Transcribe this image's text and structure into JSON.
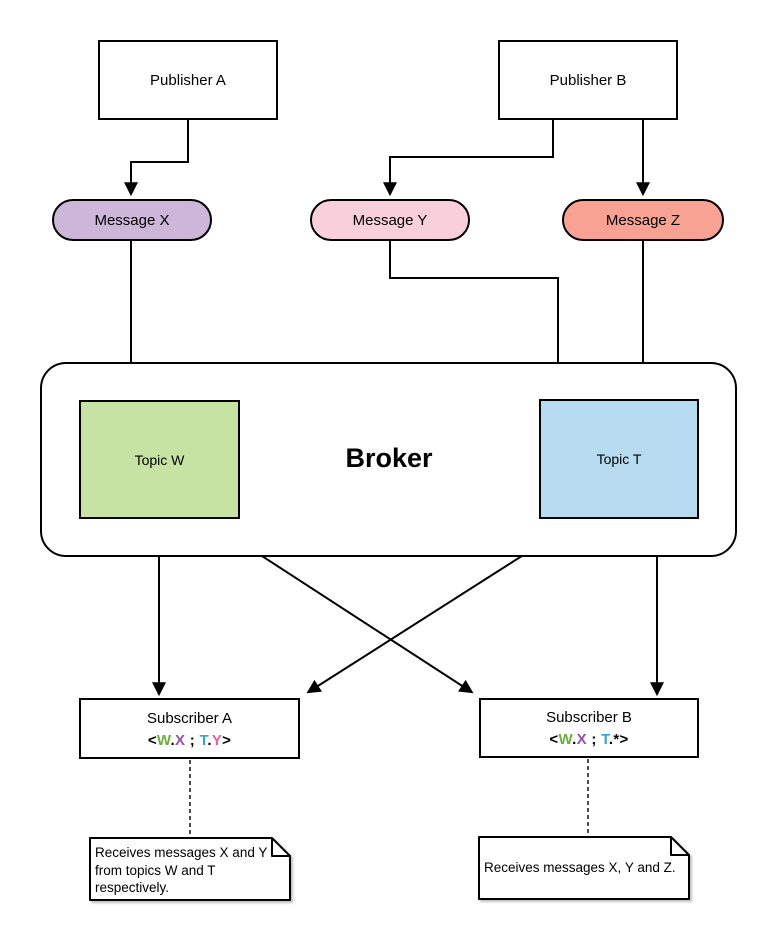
{
  "diagram": {
    "publishers": [
      {
        "label": "Publisher A"
      },
      {
        "label": "Publisher B"
      }
    ],
    "messages": [
      {
        "label": "Message X",
        "fill": "#cdb6d8"
      },
      {
        "label": "Message Y",
        "fill": "#f9cfdc"
      },
      {
        "label": "Message Z",
        "fill": "#f8a294"
      }
    ],
    "broker": {
      "label": "Broker"
    },
    "topics": [
      {
        "label": "Topic W",
        "fill": "#c6e3a4"
      },
      {
        "label": "Topic T",
        "fill": "#b7dcf2"
      }
    ],
    "subscribers": [
      {
        "label": "Subscriber A",
        "expr": [
          {
            "t": "<",
            "c": "#000000"
          },
          {
            "t": "W",
            "c": "#6eac3e"
          },
          {
            "t": ".",
            "c": "#000000"
          },
          {
            "t": "X",
            "c": "#9650aa"
          },
          {
            "t": " ; ",
            "c": "#000000"
          },
          {
            "t": "T",
            "c": "#3ca0d7"
          },
          {
            "t": ".",
            "c": "#000000"
          },
          {
            "t": "Y",
            "c": "#e65fa0"
          },
          {
            "t": ">",
            "c": "#000000"
          }
        ]
      },
      {
        "label": "Subscriber B",
        "expr": [
          {
            "t": "<",
            "c": "#000000"
          },
          {
            "t": "W",
            "c": "#6eac3e"
          },
          {
            "t": ".",
            "c": "#000000"
          },
          {
            "t": "X",
            "c": "#9650aa"
          },
          {
            "t": " ; ",
            "c": "#000000"
          },
          {
            "t": "T",
            "c": "#3ca0d7"
          },
          {
            "t": ".",
            "c": "#000000"
          },
          {
            "t": "*",
            "c": "#000000"
          },
          {
            "t": ">",
            "c": "#000000"
          }
        ]
      }
    ],
    "notes": [
      {
        "text": "Receives messages X and Y from topics W and T respectively."
      },
      {
        "text": "Receives messages X, Y and Z."
      }
    ]
  }
}
